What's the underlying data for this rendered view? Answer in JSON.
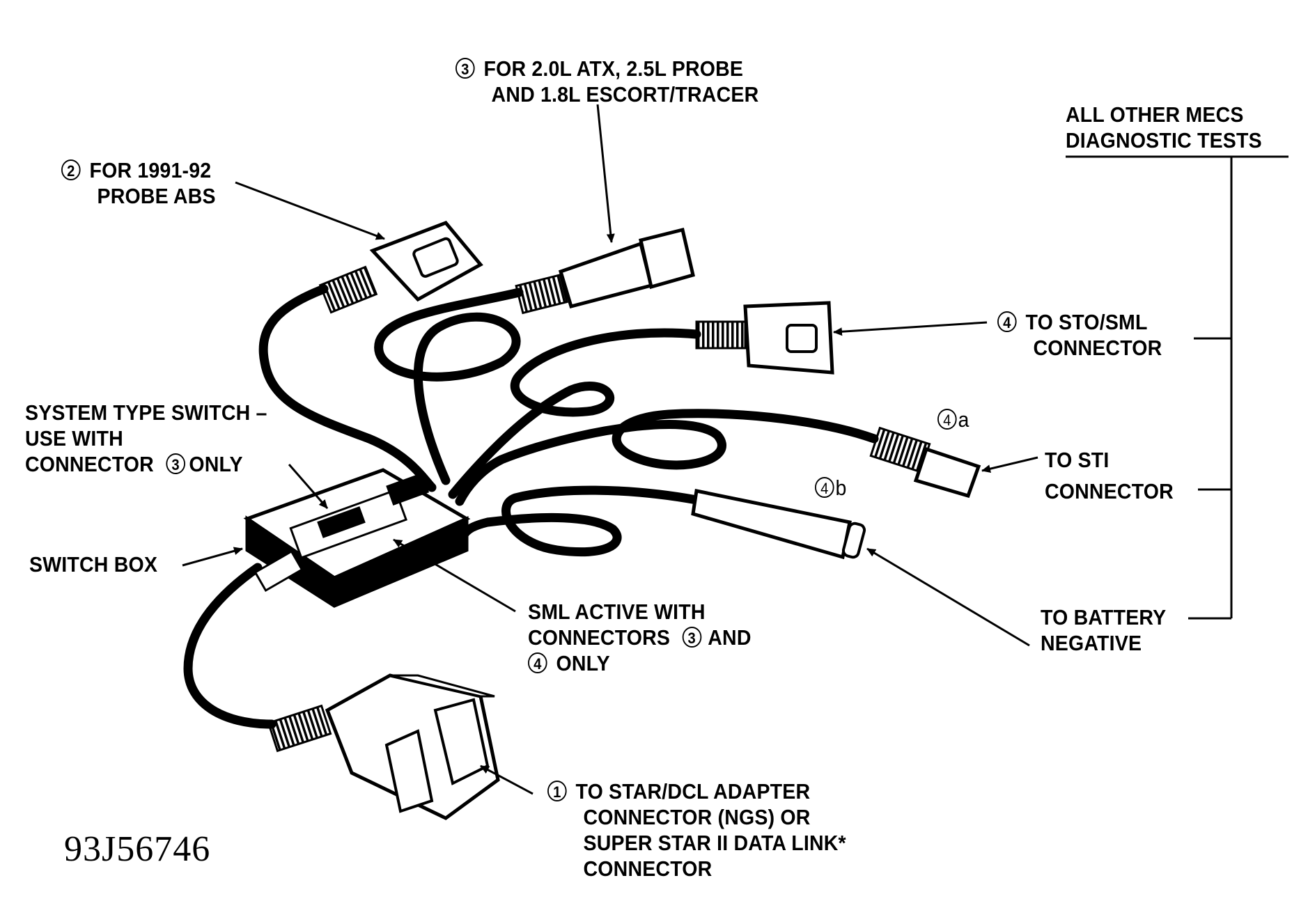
{
  "figure_id": "93J56746",
  "labels": {
    "c3": {
      "badge": "3",
      "line1": "FOR 2.0L ATX, 2.5L PROBE",
      "line2": "AND 1.8L ESCORT/TRACER"
    },
    "c2": {
      "badge": "2",
      "line1": "FOR 1991-92",
      "line2": "PROBE ABS"
    },
    "all_other": {
      "line1": "ALL OTHER MECS",
      "line2": "DIAGNOSTIC TESTS"
    },
    "sto": {
      "badge": "4",
      "line1": "TO STO/SML",
      "line2": "CONNECTOR"
    },
    "c4a": {
      "badge": "4",
      "suffix": "a"
    },
    "c4b": {
      "badge": "4",
      "suffix": "b"
    },
    "sti": {
      "line1": "TO STI",
      "line2": "CONNECTOR"
    },
    "battery": {
      "line1": "TO BATTERY",
      "line2": "NEGATIVE"
    },
    "system_switch": {
      "line1": "SYSTEM TYPE SWITCH –",
      "line2": "USE WITH",
      "line3_pre": "CONNECTOR",
      "line3_badge": "3",
      "line3_post": "ONLY"
    },
    "switch_box": "SWITCH BOX",
    "sml_active": {
      "line1": "SML ACTIVE WITH",
      "line2_pre": "CONNECTORS",
      "line2_badge": "3",
      "line2_post": "AND",
      "line3_badge": "4",
      "line3_post": "ONLY"
    },
    "c1": {
      "badge": "1",
      "line1": "TO STAR/DCL ADAPTER",
      "line2": "CONNECTOR (NGS) OR",
      "line3": "SUPER STAR II DATA LINK*",
      "line4": "CONNECTOR"
    }
  }
}
